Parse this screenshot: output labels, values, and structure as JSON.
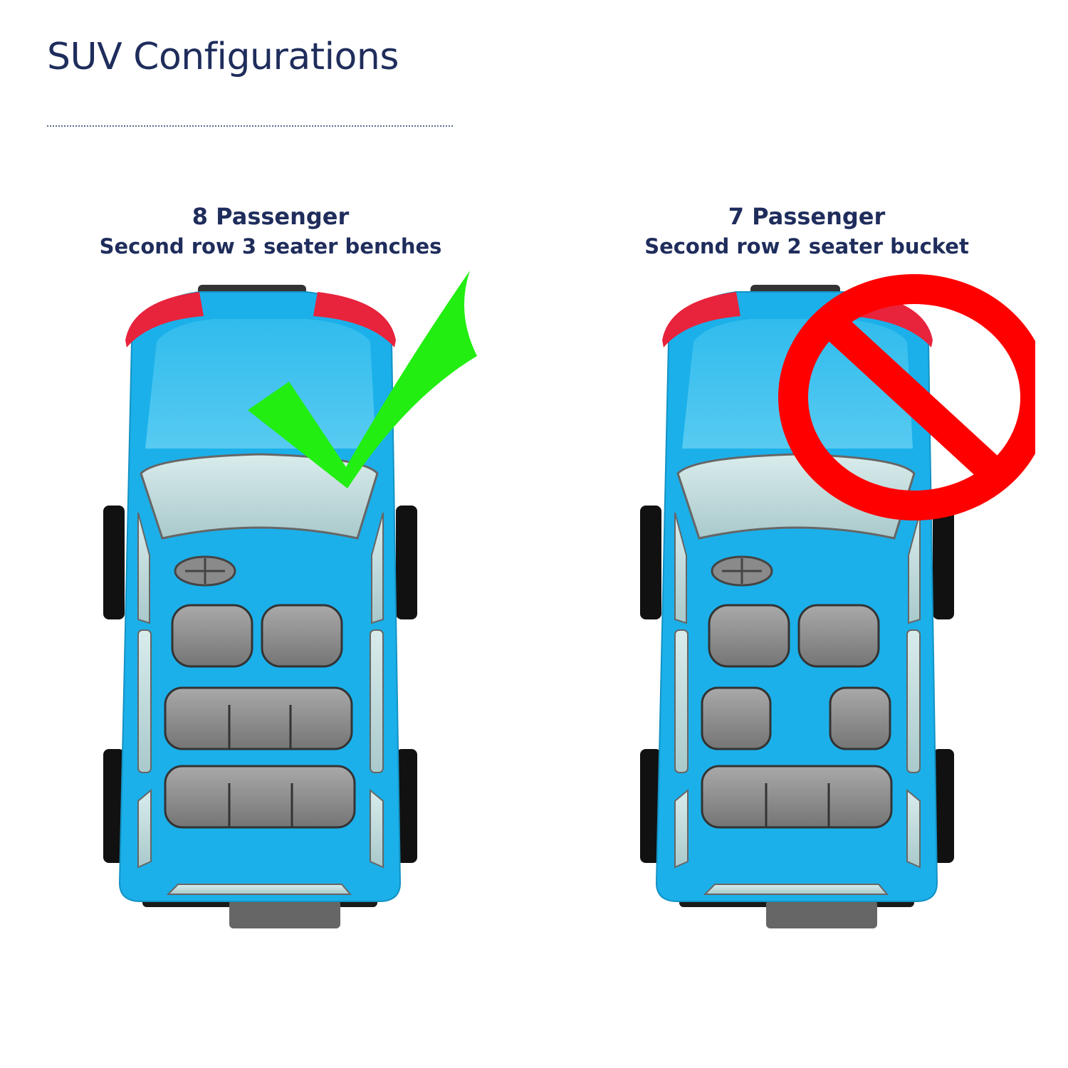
{
  "header": {
    "title": "SUV Configurations"
  },
  "configurations": [
    {
      "passengers": "8 Passenger",
      "description": "Second row 3 seater benches",
      "status_icon": "checkmark-icon",
      "status_color": "#22ee11"
    },
    {
      "passengers": "7 Passenger",
      "description": "Second row 2 seater bucket",
      "status_icon": "prohibited-icon",
      "status_color": "#ff0000"
    }
  ],
  "colors": {
    "title": "#1f2d5c",
    "body": "#1bb0ea",
    "seat": "#7a7a7a",
    "tail_light": "#e8233c",
    "tire": "#111111"
  }
}
